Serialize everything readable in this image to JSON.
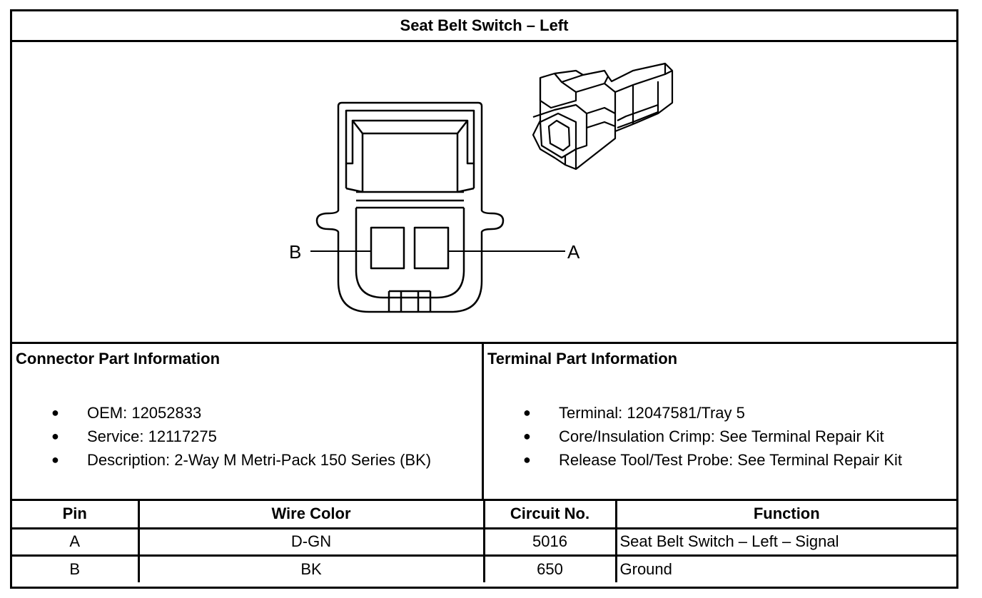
{
  "title": "Seat Belt Switch – Left",
  "diagram": {
    "pin_labels": [
      "B",
      "A"
    ]
  },
  "connector_info": {
    "heading": "Connector Part Information",
    "items": [
      "OEM: 12052833",
      "Service: 12117275",
      "Description: 2-Way M Metri-Pack 150 Series (BK)"
    ]
  },
  "terminal_info": {
    "heading": "Terminal Part Information",
    "items": [
      "Terminal: 12047581/Tray 5",
      "Core/Insulation Crimp: See Terminal Repair Kit",
      "Release Tool/Test Probe: See Terminal Repair Kit"
    ]
  },
  "pin_table": {
    "headers": [
      "Pin",
      "Wire Color",
      "Circuit No.",
      "Function"
    ],
    "rows": [
      [
        "A",
        "D-GN",
        "5016",
        "Seat Belt Switch – Left – Signal"
      ],
      [
        "B",
        "BK",
        "650",
        "Ground"
      ]
    ]
  }
}
